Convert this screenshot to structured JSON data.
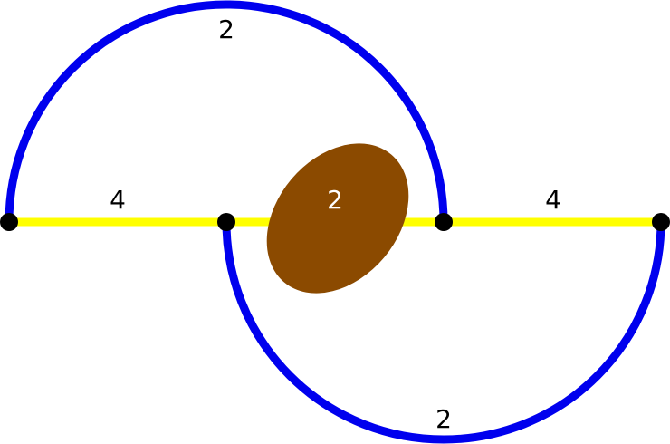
{
  "colors": {
    "arc": "#0000ee",
    "segment": "#ffff00",
    "blob": "#8b4a00",
    "node": "#000000",
    "label_dark": "#000000",
    "label_light": "#ffffff",
    "background": "#ffffff"
  },
  "labels": {
    "upper_arc": "2",
    "left_segment": "4",
    "middle_segment": "2",
    "right_segment": "4",
    "lower_arc": "2"
  }
}
